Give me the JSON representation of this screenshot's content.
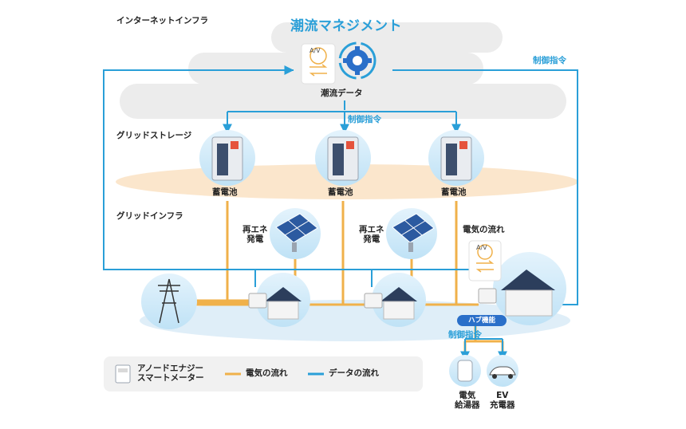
{
  "labels": {
    "internet_infra": "インターネットインフラ",
    "title": "潮流マネジメント",
    "av_icon": "A/V",
    "flow_data": "潮流データ",
    "control_top_right": "制御指令",
    "control_mid": "制御指令",
    "control_hub": "制御指令",
    "grid_storage": "グリッドストレージ",
    "battery": [
      "蓄電池",
      "蓄電池",
      "蓄電池"
    ],
    "grid_infra": "グリッドインフラ",
    "renewable_1_line1": "再エネ",
    "renewable_1_line2": "発電",
    "renewable_2_line1": "再エネ",
    "renewable_2_line2": "発電",
    "electric_flow_title": "電気の流れ",
    "hub_function": "ハブ機能",
    "water_heater_line1": "電気",
    "water_heater_line2": "給湯器",
    "ev_line1": "EV",
    "ev_line2": "充電器"
  },
  "legend": {
    "meter_line1": "アノードエナジー",
    "meter_line2": "スマートメーター",
    "electric": "電気の流れ",
    "data": "データの流れ"
  },
  "colors": {
    "data_line": "#2a9fd8",
    "power_line": "#f0b14a",
    "cloud": "#ececec",
    "storage_band": "#fbe6cc",
    "ground": "#dfeef8",
    "hub_badge": "#2a6fc9"
  }
}
